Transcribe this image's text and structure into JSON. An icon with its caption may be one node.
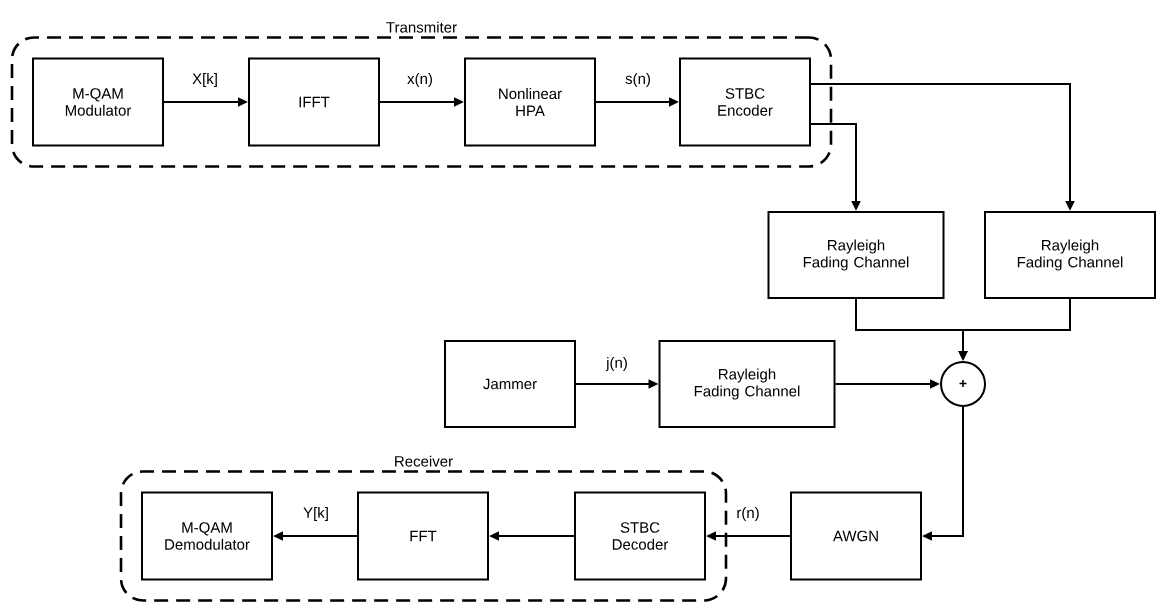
{
  "diagram": {
    "nodes": [
      {
        "text": [
          "Transmiter"
        ]
      },
      {
        "text": [
          "M-QAM Modulator"
        ],
        "in": 0
      },
      {
        "text": [
          "IFFT"
        ],
        "in": 0
      },
      {
        "text": [
          "Nonlinear HPA"
        ],
        "in": 0
      },
      {
        "text": [
          "STBC Encoder"
        ],
        "in": 0
      },
      {
        "text": [
          "Rayleigh Fading Channel"
        ]
      },
      {
        "text": [
          "Rayleigh Fading Channel"
        ]
      },
      {
        "text": [
          "Jammer"
        ]
      },
      {
        "text": [
          "Rayleigh Fading Channel"
        ]
      },
      {
        "text": [
          "+"
        ]
      },
      {
        "text": [
          "Receiver"
        ]
      },
      {
        "text": [
          "M-QAM Demodulator"
        ],
        "in": 10
      },
      {
        "text": [
          "FFT"
        ],
        "in": 10
      },
      {
        "text": [
          "STBC Decoder"
        ],
        "in": 10
      },
      {
        "text": [
          "AWGN"
        ]
      }
    ],
    "edges": [
      {
        "from": 1,
        "to": 2,
        "arrow": "to",
        "label": "X[k]"
      },
      {
        "from": 2,
        "to": 3,
        "arrow": "to",
        "label": "x(n)"
      },
      {
        "from": 3,
        "to": 4,
        "arrow": "to",
        "label": "s(n)"
      },
      {
        "from": 4,
        "to": 5,
        "arrow": "to"
      },
      {
        "from": 4,
        "to": 6,
        "arrow": "to"
      },
      {
        "from": 5,
        "to": 9,
        "arrow": "to"
      },
      {
        "from": 6,
        "to": 9,
        "arrow": "to"
      },
      {
        "from": 7,
        "to": 8,
        "arrow": "to",
        "label": "j(n)"
      },
      {
        "from": 8,
        "to": 9,
        "arrow": "to"
      },
      {
        "from": 9,
        "to": 14,
        "arrow": "to"
      },
      {
        "from": 14,
        "to": 13,
        "arrow": "to",
        "label": "r(n)"
      },
      {
        "from": 13,
        "to": 12,
        "arrow": "to"
      },
      {
        "from": 12,
        "to": 11,
        "arrow": "to",
        "label": "Y[k]"
      }
    ]
  }
}
